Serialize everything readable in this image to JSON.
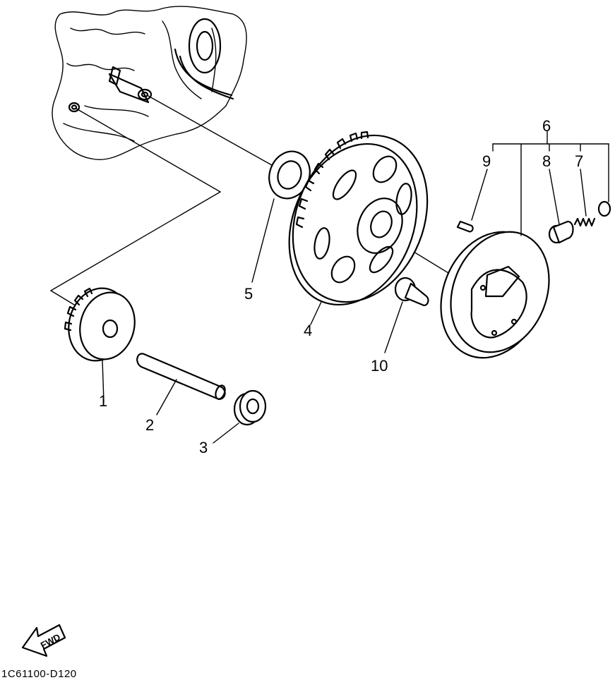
{
  "diagram_code": "1C61100-D120",
  "fwd_arrow": {
    "label": "FWD",
    "icon": "fwd-arrow-icon"
  },
  "callouts": [
    {
      "id": "1",
      "label": "1"
    },
    {
      "id": "2",
      "label": "2"
    },
    {
      "id": "3",
      "label": "3"
    },
    {
      "id": "4",
      "label": "4"
    },
    {
      "id": "5",
      "label": "5"
    },
    {
      "id": "6",
      "label": "6"
    },
    {
      "id": "7",
      "label": "7"
    },
    {
      "id": "8",
      "label": "8"
    },
    {
      "id": "9",
      "label": "9"
    },
    {
      "id": "10",
      "label": "10"
    }
  ],
  "colors": {
    "ink": "#000000",
    "paper": "#ffffff"
  }
}
